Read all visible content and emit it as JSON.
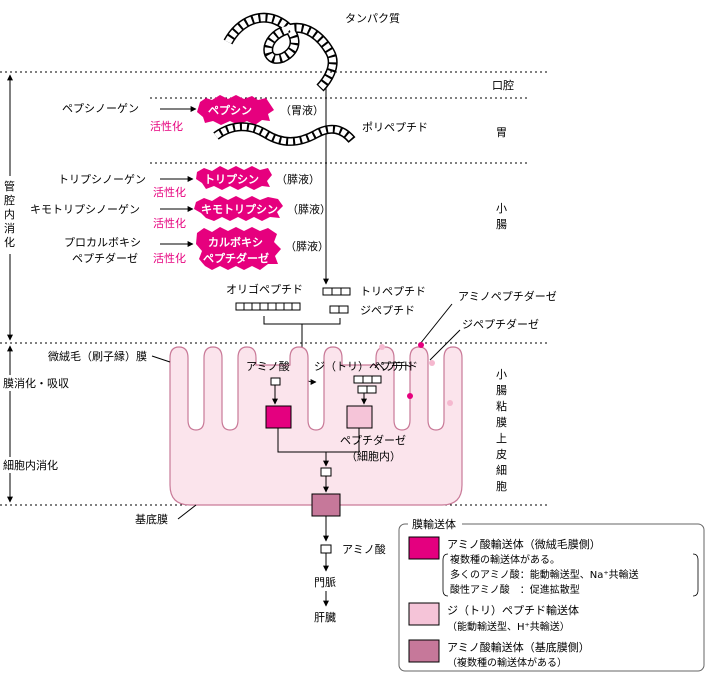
{
  "colors": {
    "magenta": "#e6007e",
    "apical_transporter": "#e4007f",
    "dipeptide_transporter": "#f5c4d8",
    "basal_transporter": "#c6789a",
    "cell_fill": "#fbe4ec",
    "cell_stroke": "#c97a98"
  },
  "top": {
    "protein": "タンパク質"
  },
  "regions": {
    "mouth": "口腔",
    "stomach": "胃",
    "small_intestine": "小\n腸",
    "mucosa": "小\n腸\n粘\n膜\n上\n皮\n細\n胞"
  },
  "left_labels": {
    "lumen_digestion": "管\n腔\n内\n消\n化",
    "membrane_digestion": "膜消化・吸収",
    "intracellular_digestion": "細胞内消化"
  },
  "stomach": {
    "zymogen": "ペプシノーゲン",
    "activation": "活性化",
    "enzyme": "ペプシン",
    "source": "（胃液）",
    "product": "ポリペプチド"
  },
  "pancreas": {
    "trypsinogen": "トリプシノーゲン",
    "chymotrypsinogen": "キモトリプシノーゲン",
    "procarboxy_1": "プロカルボキシ",
    "procarboxy_2": "ペプチダーゼ",
    "activation": "活性化",
    "trypsin": "トリプシン",
    "chymotrypsin": "キモトリプシン",
    "carboxy_1": "カルボキシ",
    "carboxy_2": "ペプチダーゼ",
    "source": "（膵液）"
  },
  "peptides": {
    "oligo": "オリゴペプチド",
    "tri": "トリペプチド",
    "di": "ジペプチド"
  },
  "enzymes": {
    "aminopeptidase": "アミノペプチダーゼ",
    "dipeptidase": "ジペプチダーゼ"
  },
  "cell": {
    "microvilli": "微絨毛（刷子縁）膜",
    "amino_acid": "アミノ酸",
    "di_tri_peptide": "ジ（トリ）ペプチド",
    "peptidase": "ペプチダーゼ",
    "intracellular": "（細胞内）",
    "basement": "基底膜"
  },
  "outflow": {
    "amino_acid": "アミノ酸",
    "portal_vein": "門脈",
    "liver": "肝臓"
  },
  "legend": {
    "title": "膜輸送体",
    "item1_title": "アミノ酸輸送体（微絨毛膜側）",
    "item1_l1": "複数種の輸送体がある。",
    "item1_l2": "多くのアミノ酸：能動輸送型、Na⁺共輸送",
    "item1_l3": "酸性アミノ酸　：促進拡散型",
    "item2_title": "ジ（トリ）ペプチド輸送体",
    "item2_l1": "（能動輸送型、H⁺共輸送）",
    "item3_title": "アミノ酸輸送体（基底膜側）",
    "item3_l1": "（複数種の輸送体がある）"
  }
}
